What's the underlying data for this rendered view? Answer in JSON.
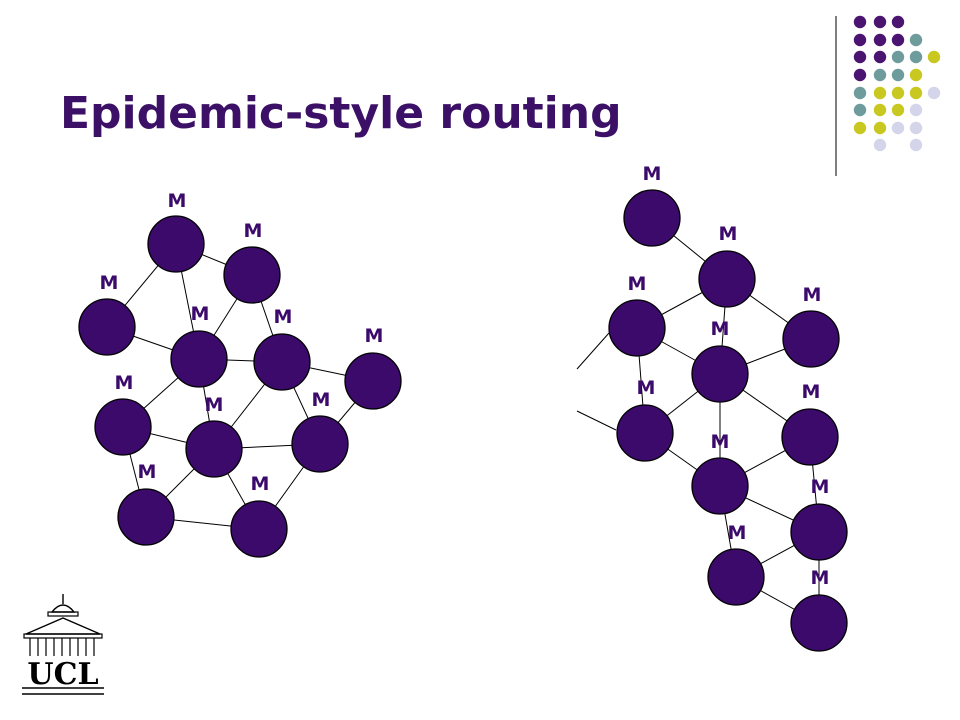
{
  "title": "Epidemic-style routing",
  "colors": {
    "title": "#3b1066",
    "node": "#3b0a6b",
    "label": "#3b0a6b",
    "dot_purple": "#4a1470",
    "dot_teal": "#6e9c9c",
    "dot_yellow": "#c8c820",
    "dot_lavender": "#d4d4ea"
  },
  "message_label": "M",
  "logo_text": "UCL",
  "icons": [
    "decorative-dot-grid",
    "ucl-portico-logo"
  ]
}
